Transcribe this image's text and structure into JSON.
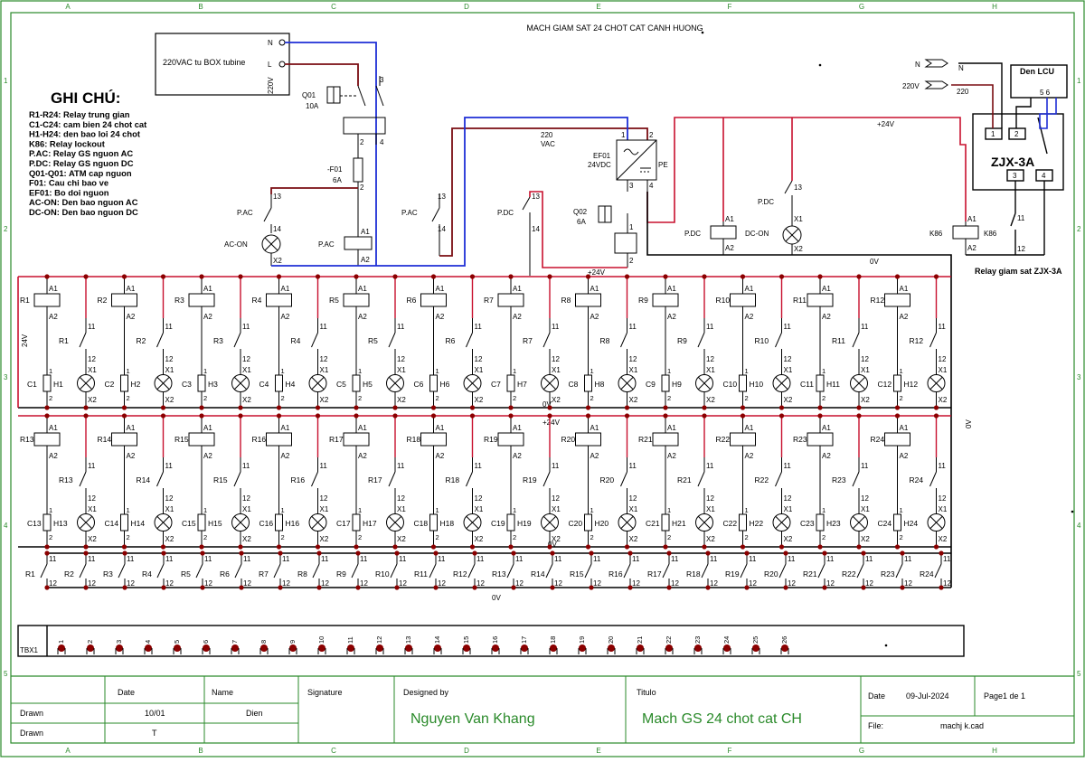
{
  "title": "MACH GIAM SAT 24 CHOT CAT CANH HUONG",
  "grid": {
    "cols": [
      "A",
      "B",
      "C",
      "D",
      "E",
      "F",
      "G",
      "H"
    ],
    "rows": [
      "1",
      "2",
      "3",
      "4",
      "5"
    ]
  },
  "colors": {
    "frame": "#2a8a2a",
    "wire_red": "#c8102e",
    "wire_blue": "#1f2fd6",
    "wire_dark": "#7a0d12",
    "node": "#8b0000",
    "ink": "#000000"
  },
  "supply_box": {
    "label": "220VAC tu BOX tubine",
    "n": "N",
    "l": "L",
    "volt": "220V"
  },
  "legend": {
    "heading": "GHI CHÚ:",
    "items": [
      "R1-R24: Relay trung gian",
      "C1-C24: cam bien 24 chot cat",
      "H1-H24: den bao loi 24 chot",
      "K86: Relay lockout",
      "P.AC: Relay GS nguon AC",
      "P.DC: Relay GS nguon DC",
      "Q01-Q01: ATM cap nguon",
      "F01: Cau chi bao ve",
      "EF01: Bo doi nguon",
      "AC-ON: Den bao nguon AC",
      "DC-ON: Den bao nguon DC"
    ]
  },
  "power": {
    "q01": "Q01",
    "q01_rating": "10A",
    "q02": "Q02",
    "q02_rating": "6A",
    "f01": "-F01",
    "f01_rating": "6A",
    "ef01": "EF01",
    "ef01_rating": "24VDC",
    "pe": "PE",
    "vac_220": "220",
    "vac_unit": "VAC",
    "plus24": "+24V",
    "zero_v": "0V",
    "v24": "24V",
    "pac": "P.AC",
    "pdc": "P.DC",
    "acon": "AC-ON",
    "dcon": "DC-ON",
    "k86": "K86"
  },
  "terminals": {
    "a1": "A1",
    "a2": "A2",
    "x1": "X1",
    "x2": "X2",
    "t1": "1",
    "t2": "2",
    "t3": "3",
    "t4": "4",
    "t11": "11",
    "t12": "12",
    "t13": "13",
    "t14": "14"
  },
  "zjx": {
    "model": "ZJX-3A",
    "caption": "Relay giam sat ZJX-3A",
    "lcu": "Den LCU",
    "n_in": "N",
    "n_out": "N",
    "v220_in": "220V",
    "v220_out": "220",
    "pins": [
      "1",
      "2",
      "3",
      "4"
    ],
    "lcu_pins": "5 6"
  },
  "bank1": {
    "relays": [
      "R1",
      "R2",
      "R3",
      "R4",
      "R5",
      "R6",
      "R7",
      "R8",
      "R9",
      "R10",
      "R11",
      "R12"
    ],
    "sensors": [
      "C1",
      "C2",
      "C3",
      "C4",
      "C5",
      "C6",
      "C7",
      "C8",
      "C9",
      "C10",
      "C11",
      "C12"
    ],
    "lamps": [
      "H1",
      "H2",
      "H3",
      "H4",
      "H5",
      "H6",
      "H7",
      "H8",
      "H9",
      "H10",
      "H11",
      "H12"
    ]
  },
  "bank2": {
    "relays": [
      "R13",
      "R14",
      "R15",
      "R16",
      "R17",
      "R18",
      "R19",
      "R20",
      "R21",
      "R22",
      "R23",
      "R24"
    ],
    "sensors": [
      "C13",
      "C14",
      "C15",
      "C16",
      "C17",
      "C18",
      "C19",
      "C20",
      "C21",
      "C22",
      "C23",
      "C24"
    ],
    "lamps": [
      "H13",
      "H14",
      "H15",
      "H16",
      "H17",
      "H18",
      "H19",
      "H20",
      "H21",
      "H22",
      "H23",
      "H24"
    ]
  },
  "series_chain": [
    "R1",
    "R2",
    "R3",
    "R4",
    "R5",
    "R6",
    "R7",
    "R8",
    "R9",
    "R10",
    "R11",
    "R12",
    "R13",
    "R14",
    "R15",
    "R16",
    "R17",
    "R18",
    "R19",
    "R20",
    "R21",
    "R22",
    "R23",
    "R24"
  ],
  "tbx": {
    "label": "TBX1",
    "terms": [
      "1",
      "2",
      "3",
      "4",
      "5",
      "6",
      "7",
      "8",
      "9",
      "10",
      "11",
      "12",
      "13",
      "14",
      "15",
      "16",
      "17",
      "18",
      "19",
      "20",
      "21",
      "22",
      "23",
      "24",
      "25",
      "26"
    ]
  },
  "title_block": {
    "date_head": "Date",
    "name_head": "Name",
    "signature_head": "Signature",
    "designed_by_head": "Designed by",
    "designer": "Nguyen Van Khang",
    "titulo_head": "Titulo",
    "titulo": "Mach GS 24 chot cat CH",
    "drawn1": "Drawn",
    "drawn1_date": "10/01",
    "drawn1_name": "Dien",
    "drawn2": "Drawn",
    "drawn2_date": "T",
    "date_label": "Date",
    "date_value": "09-Jul-2024",
    "page": "Page1 de 1",
    "file_label": "File:",
    "file_value": "machj k.cad"
  }
}
